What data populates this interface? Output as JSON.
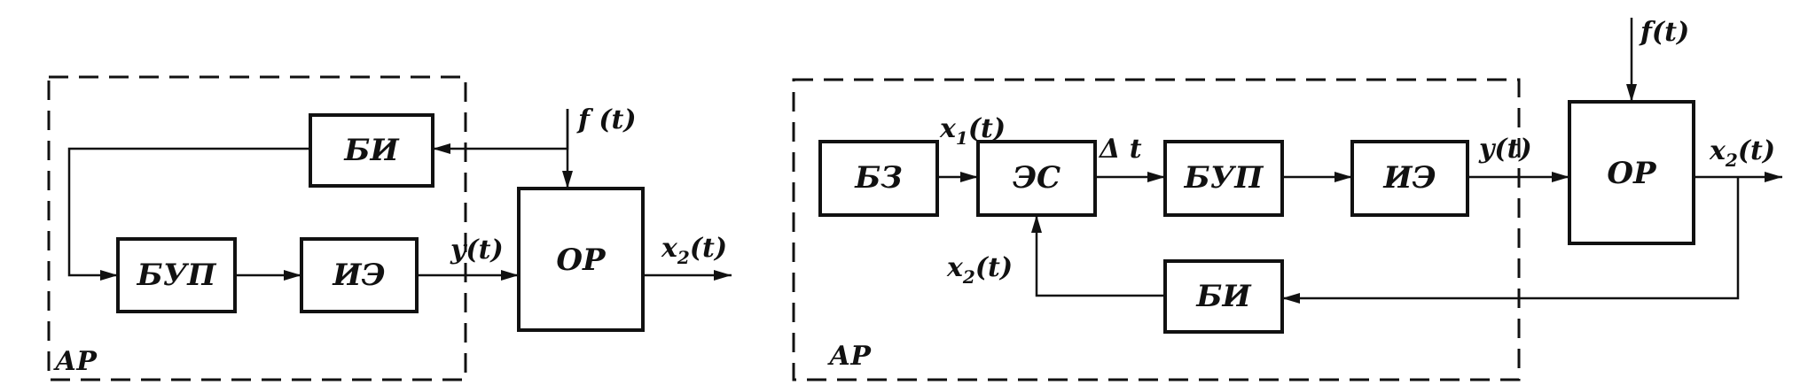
{
  "diagram1": {
    "region_label": "АР",
    "blocks": {
      "bi": "БИ",
      "bup": "БУП",
      "ie": "ИЭ",
      "or": "ОР"
    },
    "signals": {
      "f": "f (t)",
      "y": "y(t)",
      "x2_main": "x",
      "x2_sub": "2",
      "x2_tail": "(t)"
    }
  },
  "diagram2": {
    "region_label": "АР",
    "blocks": {
      "bz": "БЗ",
      "es": "ЭС",
      "bup": "БУП",
      "ie": "ИЭ",
      "or": "ОР",
      "bi": "БИ"
    },
    "signals": {
      "f": "f(t)",
      "x1_main": "x",
      "x1_sub": "1",
      "x1_tail": "(t)",
      "delta": "Δ t",
      "y": "y(t)",
      "x2_out_main": "x",
      "x2_out_sub": "2",
      "x2_out_tail": "(t)",
      "x2_fb_main": "x",
      "x2_fb_sub": "2",
      "x2_fb_tail": "(t)"
    }
  }
}
